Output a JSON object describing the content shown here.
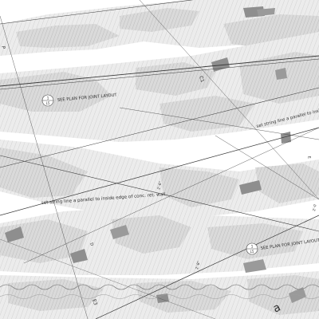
{
  "notes": {
    "see_plan_1": "SEE PLAN FOR JOINT LAYOUT",
    "see_plan_2": "SEE PLAN FOR JOINT LAYOUT",
    "string_line_right": "set string line a parallel to inside",
    "string_line_left": "set string line a parallel to inside edge of conc. ret. wall"
  },
  "markers": {
    "tag_1_top": "1",
    "tag_1_bottom": "L5",
    "tag_2_top": "1",
    "tag_2_bottom": "L5",
    "label_c1": "C1",
    "label_p": "P",
    "label_e3": "E3",
    "label_e": "E",
    "label_d": "D",
    "label_edge_right": "2'-0",
    "label_mid": "2'-6\"",
    "label_mid2": "2'-8\"",
    "label_a": "a"
  },
  "colors": {
    "paper": "#ffffff",
    "hatch_light": "#e4e4e4",
    "hatch_mid": "#cfcfcf",
    "hatch_dark": "#8e8e8e",
    "line": "#3a3a3a",
    "text": "#333333"
  }
}
